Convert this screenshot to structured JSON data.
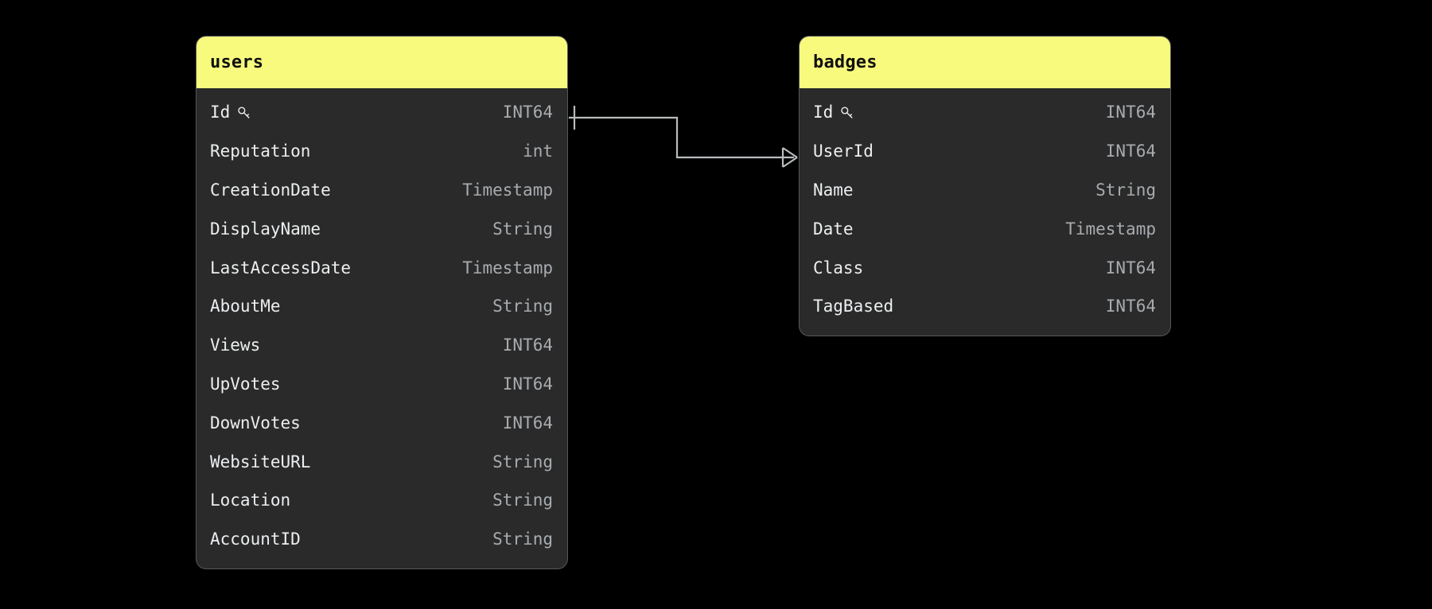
{
  "diagram": {
    "type": "entity-relationship-diagram",
    "background_color": "#000000",
    "header_color": "#f8fa7e",
    "card_color": "#2a2a2a",
    "field_name_color": "#eceef0",
    "field_type_color": "#a8acb0",
    "connector_color": "#b9bcbe"
  },
  "entities": [
    {
      "name": "users",
      "fields": [
        {
          "name": "Id",
          "type": "INT64",
          "primary_key": true,
          "icon": "key-icon"
        },
        {
          "name": "Reputation",
          "type": "int",
          "primary_key": false,
          "icon": ""
        },
        {
          "name": "CreationDate",
          "type": "Timestamp",
          "primary_key": false,
          "icon": ""
        },
        {
          "name": "DisplayName",
          "type": "String",
          "primary_key": false,
          "icon": ""
        },
        {
          "name": "LastAccessDate",
          "type": "Timestamp",
          "primary_key": false,
          "icon": ""
        },
        {
          "name": "AboutMe",
          "type": "String",
          "primary_key": false,
          "icon": ""
        },
        {
          "name": "Views",
          "type": "INT64",
          "primary_key": false,
          "icon": ""
        },
        {
          "name": "UpVotes",
          "type": "INT64",
          "primary_key": false,
          "icon": ""
        },
        {
          "name": "DownVotes",
          "type": "INT64",
          "primary_key": false,
          "icon": ""
        },
        {
          "name": "WebsiteURL",
          "type": "String",
          "primary_key": false,
          "icon": ""
        },
        {
          "name": "Location",
          "type": "String",
          "primary_key": false,
          "icon": ""
        },
        {
          "name": "AccountID",
          "type": "String",
          "primary_key": false,
          "icon": ""
        }
      ]
    },
    {
      "name": "badges",
      "fields": [
        {
          "name": "Id",
          "type": "INT64",
          "primary_key": true,
          "icon": "key-icon"
        },
        {
          "name": "UserId",
          "type": "INT64",
          "primary_key": false,
          "icon": ""
        },
        {
          "name": "Name",
          "type": "String",
          "primary_key": false,
          "icon": ""
        },
        {
          "name": "Date",
          "type": "Timestamp",
          "primary_key": false,
          "icon": ""
        },
        {
          "name": "Class",
          "type": "INT64",
          "primary_key": false,
          "icon": ""
        },
        {
          "name": "TagBased",
          "type": "INT64",
          "primary_key": false,
          "icon": ""
        }
      ]
    }
  ],
  "relationships": [
    {
      "from_entity": "users",
      "from_field": "Id",
      "to_entity": "badges",
      "to_field": "UserId",
      "from_cardinality": "one",
      "to_cardinality": "many"
    }
  ]
}
